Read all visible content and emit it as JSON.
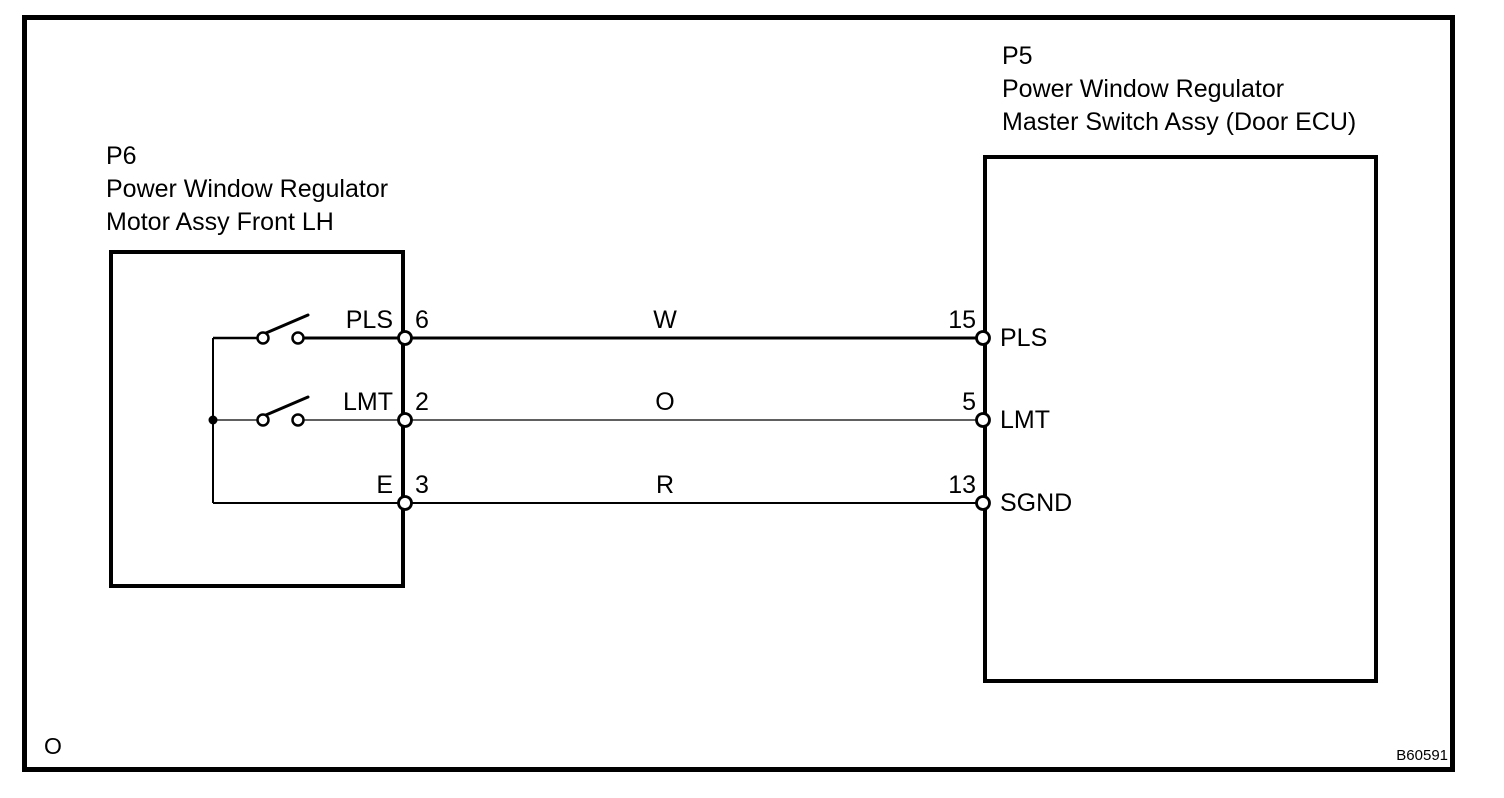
{
  "frame": {
    "corner_mark": "O",
    "figure_code": "B60591"
  },
  "colors": {
    "ink": "#000000",
    "background": "#ffffff"
  },
  "left_connector": {
    "code": "P6",
    "name_line1": "Power Window Regulator",
    "name_line2": "Motor Assy Front LH",
    "pins": [
      {
        "label": "PLS",
        "number": "6"
      },
      {
        "label": "LMT",
        "number": "2"
      },
      {
        "label": "E",
        "number": "3"
      }
    ]
  },
  "right_connector": {
    "code": "P5",
    "name_line1": "Power Window Regulator",
    "name_line2": "Master Switch Assy (Door ECU)",
    "pins": [
      {
        "label": "PLS",
        "number": "15"
      },
      {
        "label": "LMT",
        "number": "5"
      },
      {
        "label": "SGND",
        "number": "13"
      }
    ]
  },
  "wires": [
    {
      "color": "W"
    },
    {
      "color": "O"
    },
    {
      "color": "R"
    }
  ]
}
